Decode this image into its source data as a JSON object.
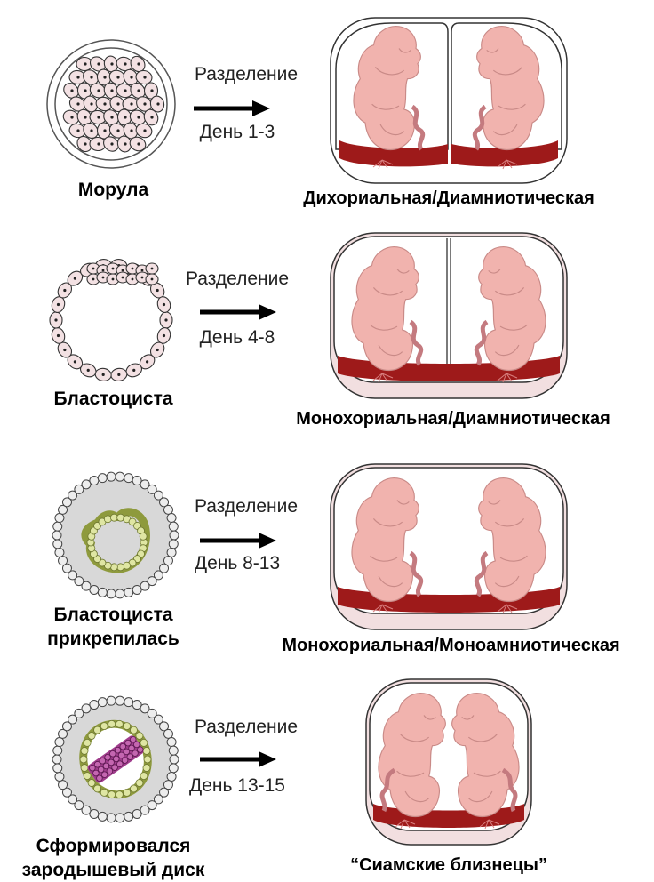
{
  "rows": [
    {
      "stage": "Морула",
      "split": "Разделение",
      "days": "День 1-3",
      "twin_type": "Дихориальная/Диамниотическая"
    },
    {
      "stage": "Бластоциста",
      "split": "Разделение",
      "days": "День 4-8",
      "twin_type": "Монохориальная/Диамниотическая"
    },
    {
      "stage_line1": "Бластоциста",
      "stage_line2": "прикрепилась",
      "split": "Разделение",
      "days": "День 8-13",
      "twin_type": "Монохориальная/Моноамниотическая"
    },
    {
      "stage_line1": "Сформировался",
      "stage_line2": "зародышевый диск",
      "split": "Разделение",
      "days": "День 13-15",
      "twin_type": "“Сиамские близнецы”"
    }
  ],
  "colors": {
    "cell_fill": "#f3e1e3",
    "fetus": "#f1b3ae",
    "fetus_line": "#c98a87",
    "placenta": "#9e1a1a",
    "cord": "#c47a7f",
    "membrane": "#f2dfe0",
    "yolk": "#dfe6a3",
    "grey_disc": "#d8d8d8",
    "embryo_disc": "#a03c8c"
  }
}
